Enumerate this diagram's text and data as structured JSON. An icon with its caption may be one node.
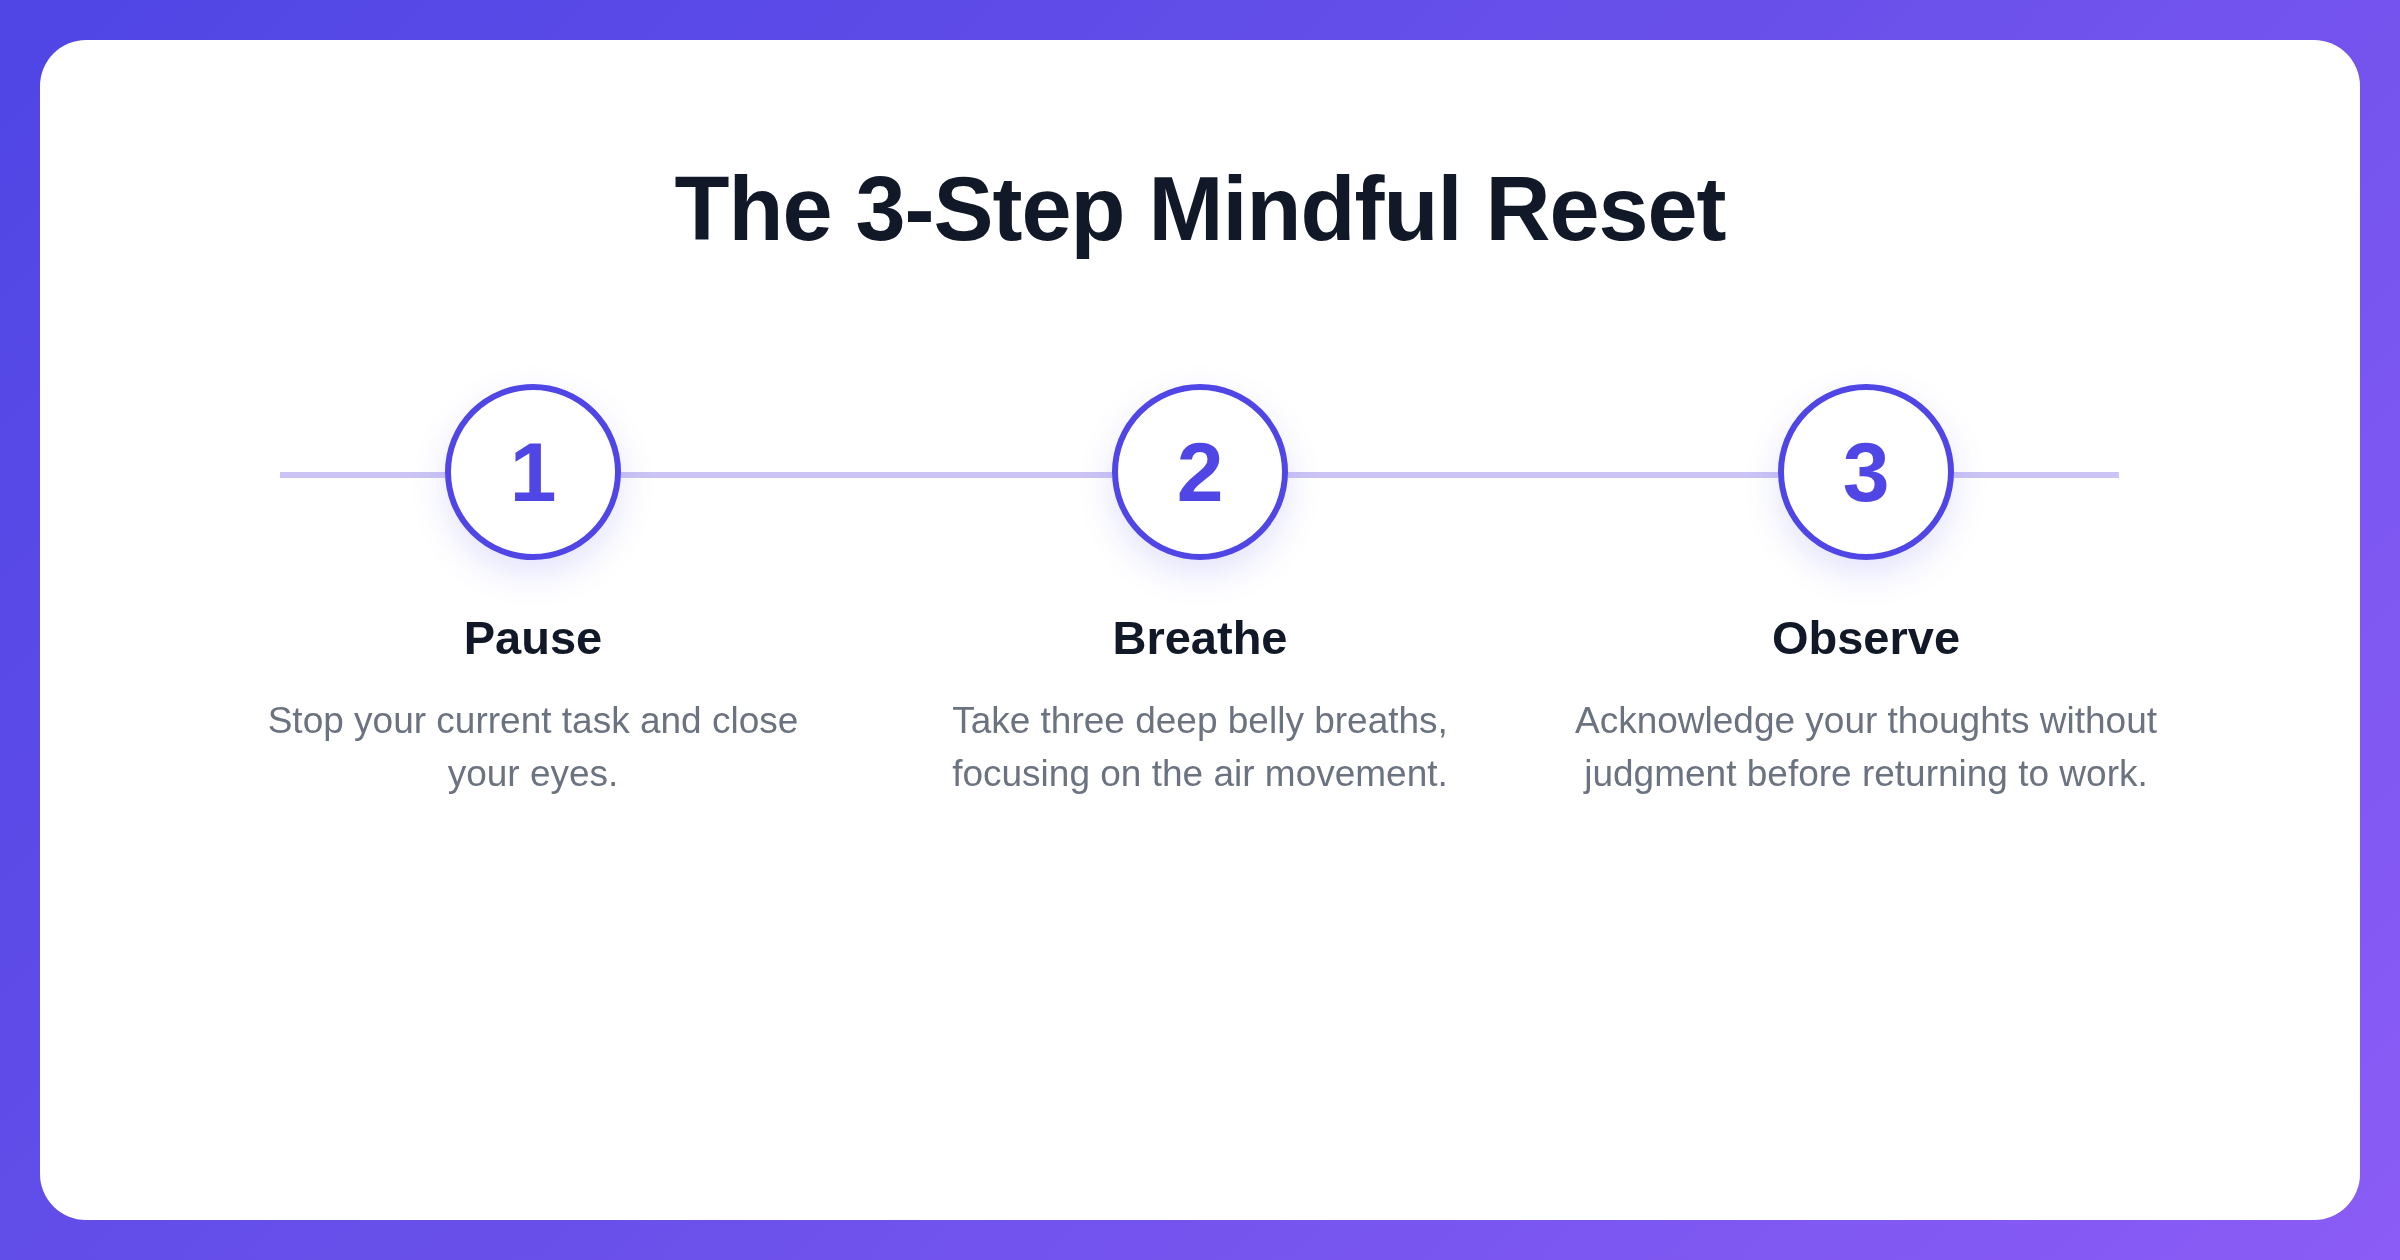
{
  "diagram": {
    "title": "The 3-Step Mindful Reset",
    "nodes": [
      {
        "text": [
          "1",
          "Pause",
          "Stop your current task and close your eyes."
        ]
      },
      {
        "text": [
          "2",
          "Breathe",
          "Take three deep belly breaths, focusing on the air movement."
        ]
      },
      {
        "text": [
          "3",
          "Observe",
          "Acknowledge your thoughts without judgment before returning to work."
        ]
      }
    ],
    "edges": [
      {
        "from": null,
        "to": 0,
        "arrow": "none"
      },
      {
        "from": 0,
        "to": 1,
        "arrow": "none"
      },
      {
        "from": 1,
        "to": 2,
        "arrow": "none"
      },
      {
        "from": 2,
        "to": null,
        "arrow": "none"
      }
    ]
  }
}
